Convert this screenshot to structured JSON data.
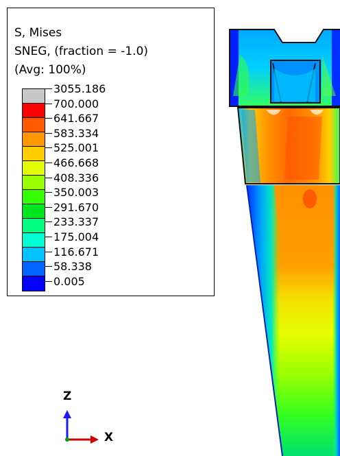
{
  "legend": {
    "title_lines": [
      "S, Mises",
      "SNEG, (fraction = -1.0)",
      "(Avg: 100%)"
    ],
    "tick_labels": [
      "3055.186",
      "700.000",
      "641.667",
      "583.334",
      "525.001",
      "466.668",
      "408.336",
      "350.003",
      "291.670",
      "233.337",
      "175.004",
      "116.671",
      "58.338",
      "0.005"
    ],
    "colors": [
      "#c8c8c8",
      "#ff0000",
      "#ff5a00",
      "#ff9800",
      "#ffcc00",
      "#e6ff00",
      "#99ff00",
      "#33ff00",
      "#00e61e",
      "#00ff80",
      "#00ffd2",
      "#00c3ff",
      "#0066ff",
      "#0000ff"
    ]
  },
  "triad": {
    "z_label": "Z",
    "x_label": "X"
  }
}
